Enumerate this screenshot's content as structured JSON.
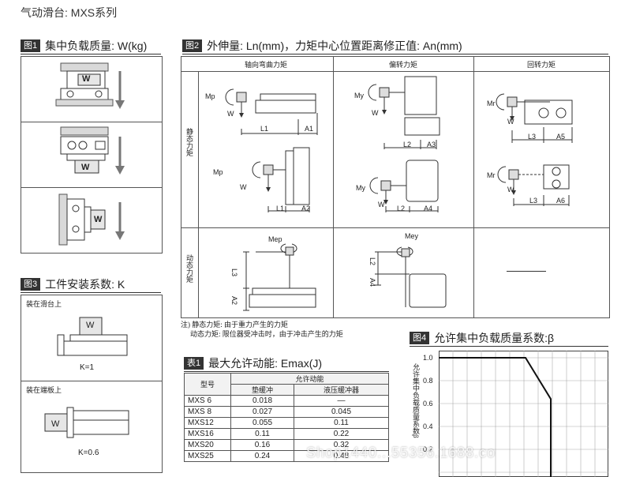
{
  "page": {
    "title": "气动滑台: MXS系列"
  },
  "fig1": {
    "tag": "图1",
    "title": "集中负载质量: W(kg)",
    "panels": [
      {
        "w_label": "W"
      },
      {
        "w_label": "W"
      },
      {
        "w_label": "W"
      }
    ]
  },
  "fig2": {
    "tag": "图2",
    "title": "外伸量: Ln(mm)，力矩中心位置距离修正值: An(mm)",
    "columns": [
      "轴向弯曲力矩",
      "偏转力矩",
      "回转力矩"
    ],
    "rows": [
      "静态力矩",
      "动态力矩"
    ],
    "static": {
      "c1": {
        "top": {
          "moment": "Mp",
          "w": "W",
          "l": "L1",
          "a": "A1"
        },
        "bottom": {
          "moment": "Mp",
          "w": "W",
          "l": "L1",
          "a": "A2"
        }
      },
      "c2": {
        "top": {
          "moment": "My",
          "w": "W",
          "l": "L2",
          "a": "A3"
        },
        "bottom": {
          "moment": "My",
          "w": "W",
          "l": "L2",
          "a": "A4"
        }
      },
      "c3": {
        "top": {
          "moment": "Mr",
          "w": "W",
          "l": "L3",
          "a": "A5"
        },
        "bottom": {
          "moment": "Mr",
          "w": "W",
          "l": "L3",
          "a": "A6"
        }
      }
    },
    "dynamic": {
      "c1": {
        "moment": "Mep",
        "l": "L3",
        "a": "A2"
      },
      "c2": {
        "moment": "Mey",
        "l": "L2",
        "a": "A4"
      }
    },
    "notes": [
      "注) 静态力矩: 由于重力产生的力矩",
      "动态力矩: 限位器受冲击时，由于冲击产生的力矩"
    ]
  },
  "fig3": {
    "tag": "图3",
    "title": "工件安装系数: K",
    "cases": [
      {
        "label": "装在滑台上",
        "w_label": "W",
        "k": "K=1"
      },
      {
        "label": "装在端板上",
        "w_label": "W",
        "k": "K=0.6"
      }
    ]
  },
  "table1": {
    "tag": "表1",
    "title": "最大允许动能: Emax(J)",
    "header_model": "型号",
    "header_group": "允许动能",
    "header_cols": [
      "垫缓冲",
      "液压缓冲器"
    ],
    "rows": [
      {
        "model": "MXS  6",
        "rubber": "0.018",
        "hydraulic": "—"
      },
      {
        "model": "MXS  8",
        "rubber": "0.027",
        "hydraulic": "0.045"
      },
      {
        "model": "MXS12",
        "rubber": "0.055",
        "hydraulic": "0.11"
      },
      {
        "model": "MXS16",
        "rubber": "0.11",
        "hydraulic": "0.22"
      },
      {
        "model": "MXS20",
        "rubber": "0.16",
        "hydraulic": "0.32"
      },
      {
        "model": "MXS25",
        "rubber": "0.24",
        "hydraulic": "0.48"
      }
    ]
  },
  "fig4": {
    "tag": "图4",
    "title": "允许集中负载质量系数:β",
    "ylabel": "允许集中负载质量系数β",
    "ticks": [
      "1.0",
      "0.8",
      "0.6",
      "0.4",
      "0.2"
    ]
  },
  "watermark": {
    "text": "Shop1440...55356.1688.co"
  },
  "chart_data": {
    "type": "line",
    "title": "允许集中负载质量系数:β",
    "ylabel": "允许集中负载质量系数β",
    "xlabel": "",
    "ylim": [
      0,
      1.1
    ],
    "series": [
      {
        "values_y": [
          1.0,
          1.0,
          0.64,
          0.0
        ],
        "x": [
          0,
          0.55,
          0.71,
          0.71
        ]
      }
    ],
    "grid": true
  }
}
